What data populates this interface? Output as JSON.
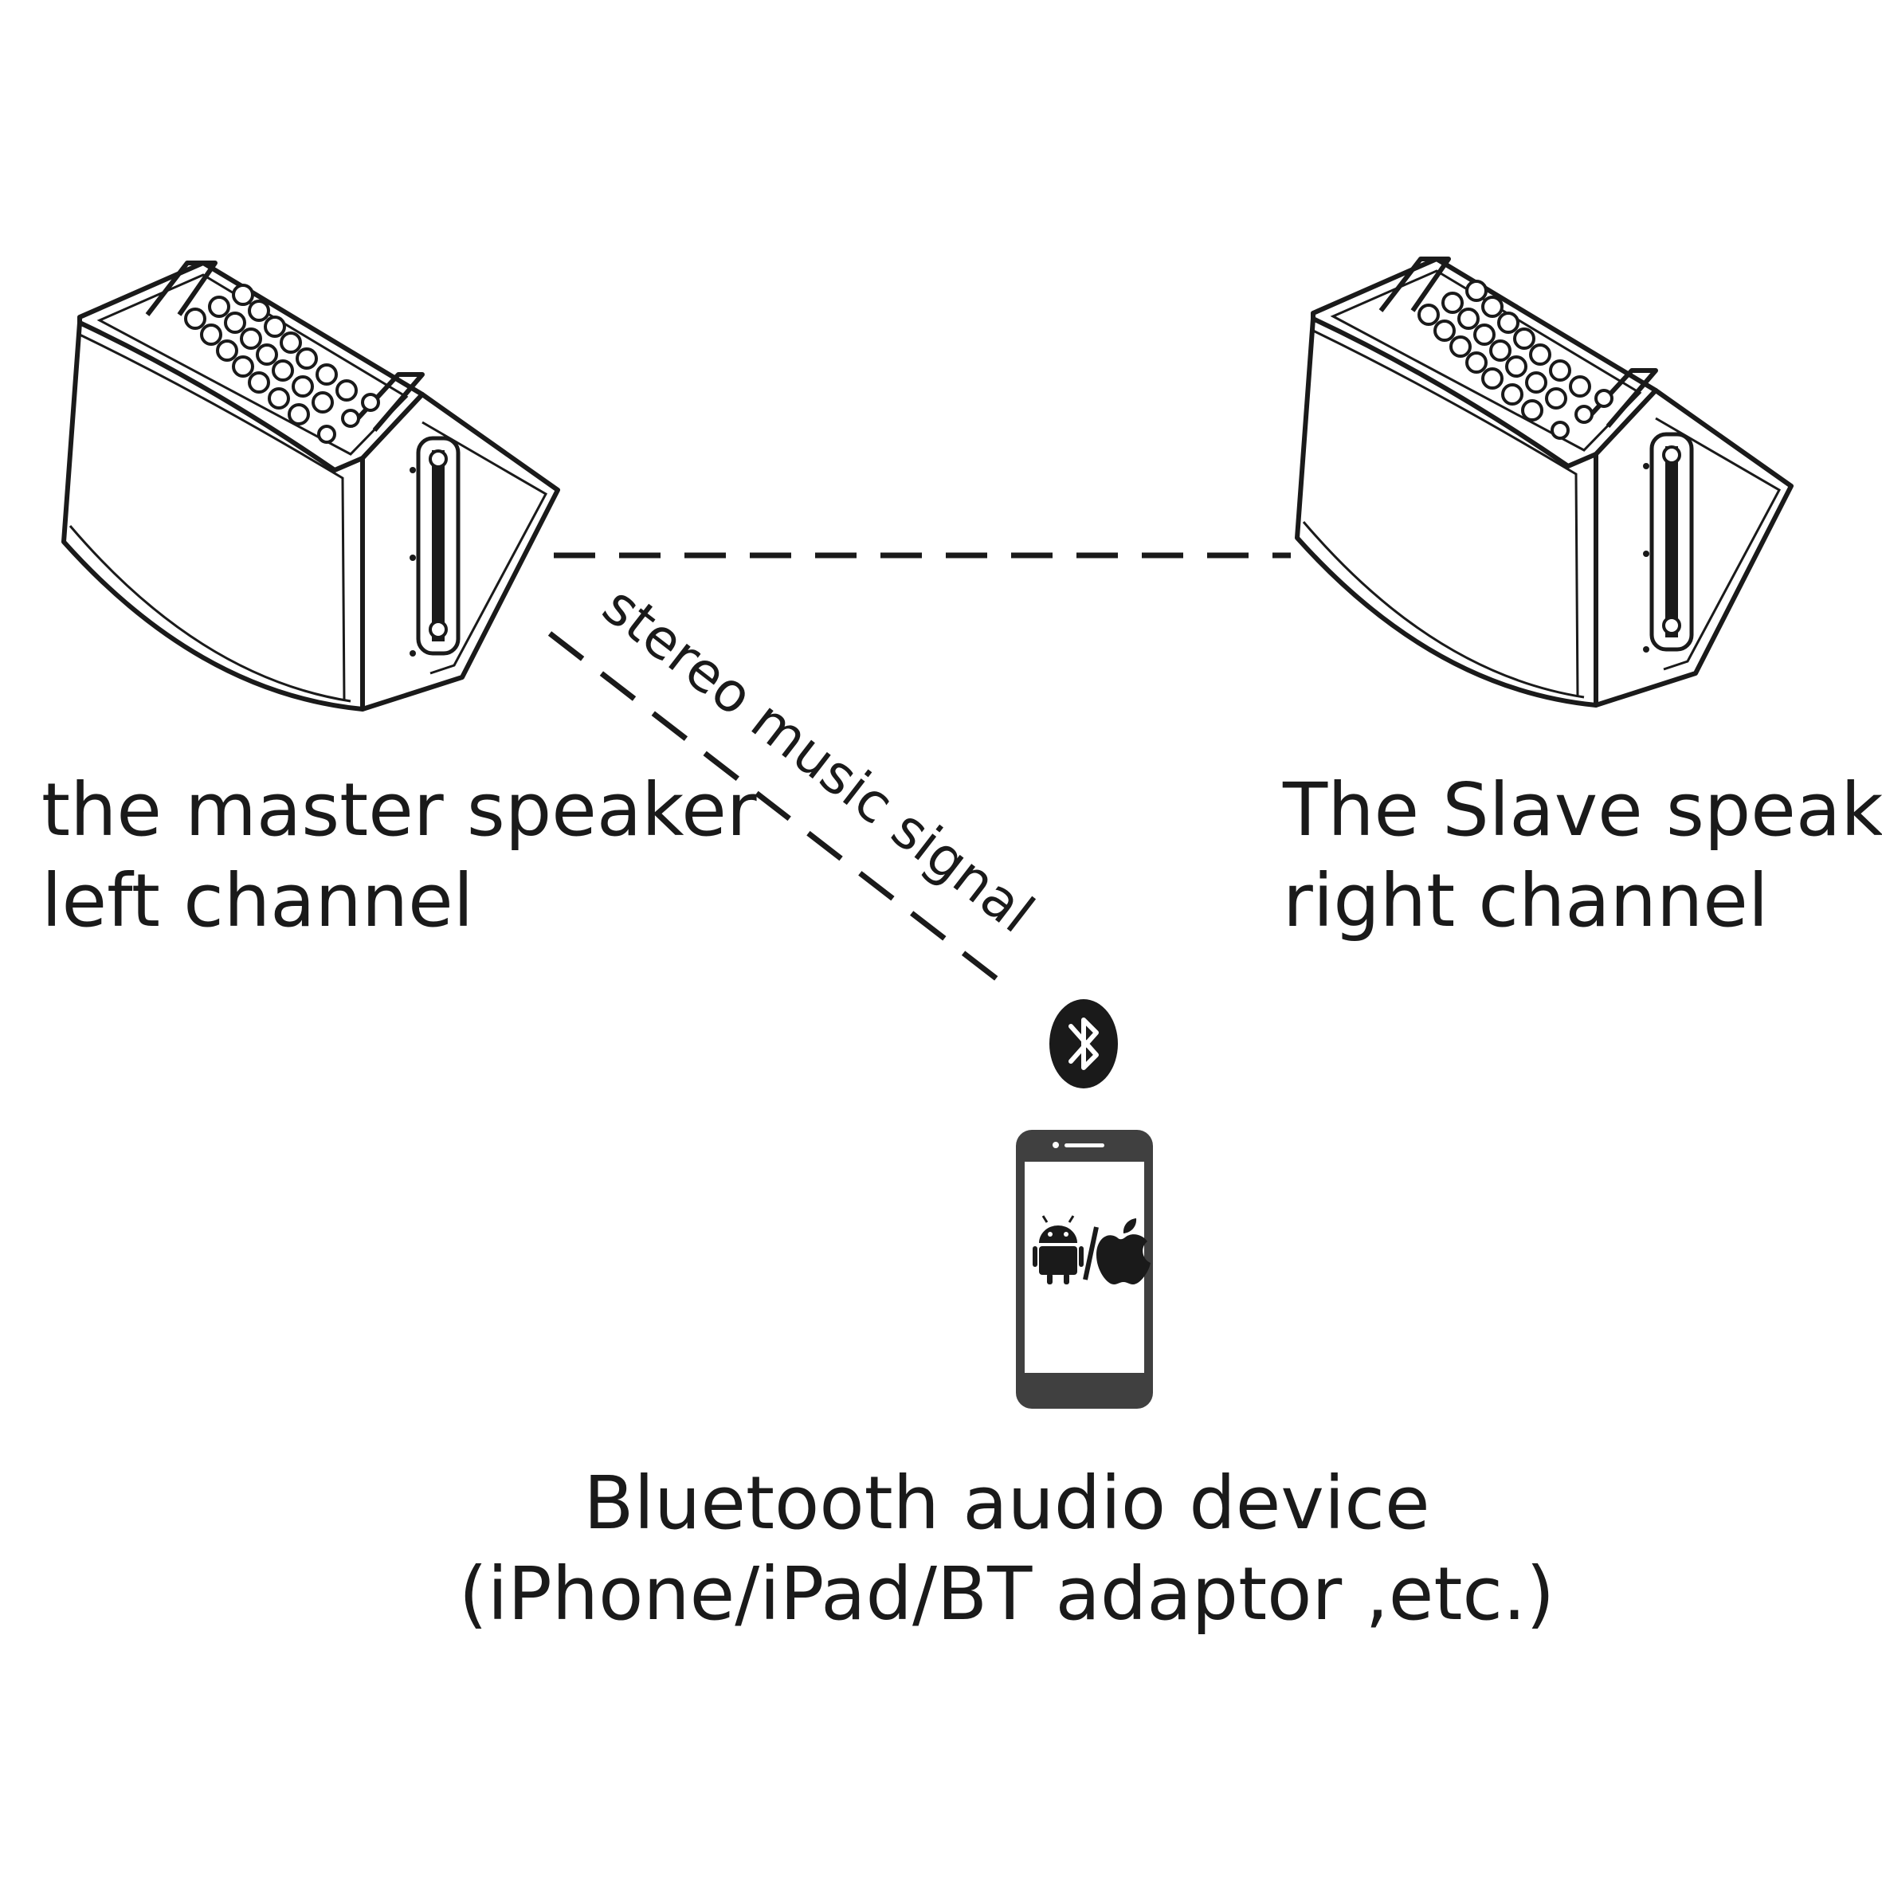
{
  "diagram": {
    "master_speaker": {
      "line1": "the master speaker",
      "line2": "left channel"
    },
    "slave_speaker": {
      "line1": "The Slave speaker",
      "line2": "right channel"
    },
    "signal_label": "stereo music signal",
    "device": {
      "line1": "Bluetooth audio device",
      "line2": "(iPhone/iPad/BT adaptor ,etc.)",
      "screen_icons": [
        "android-icon",
        "apple-icon"
      ],
      "bluetooth_icon": "bluetooth-icon"
    },
    "colors": {
      "stroke": "#1a1a1a",
      "device_body": "#404040",
      "screen": "#ffffff"
    }
  }
}
